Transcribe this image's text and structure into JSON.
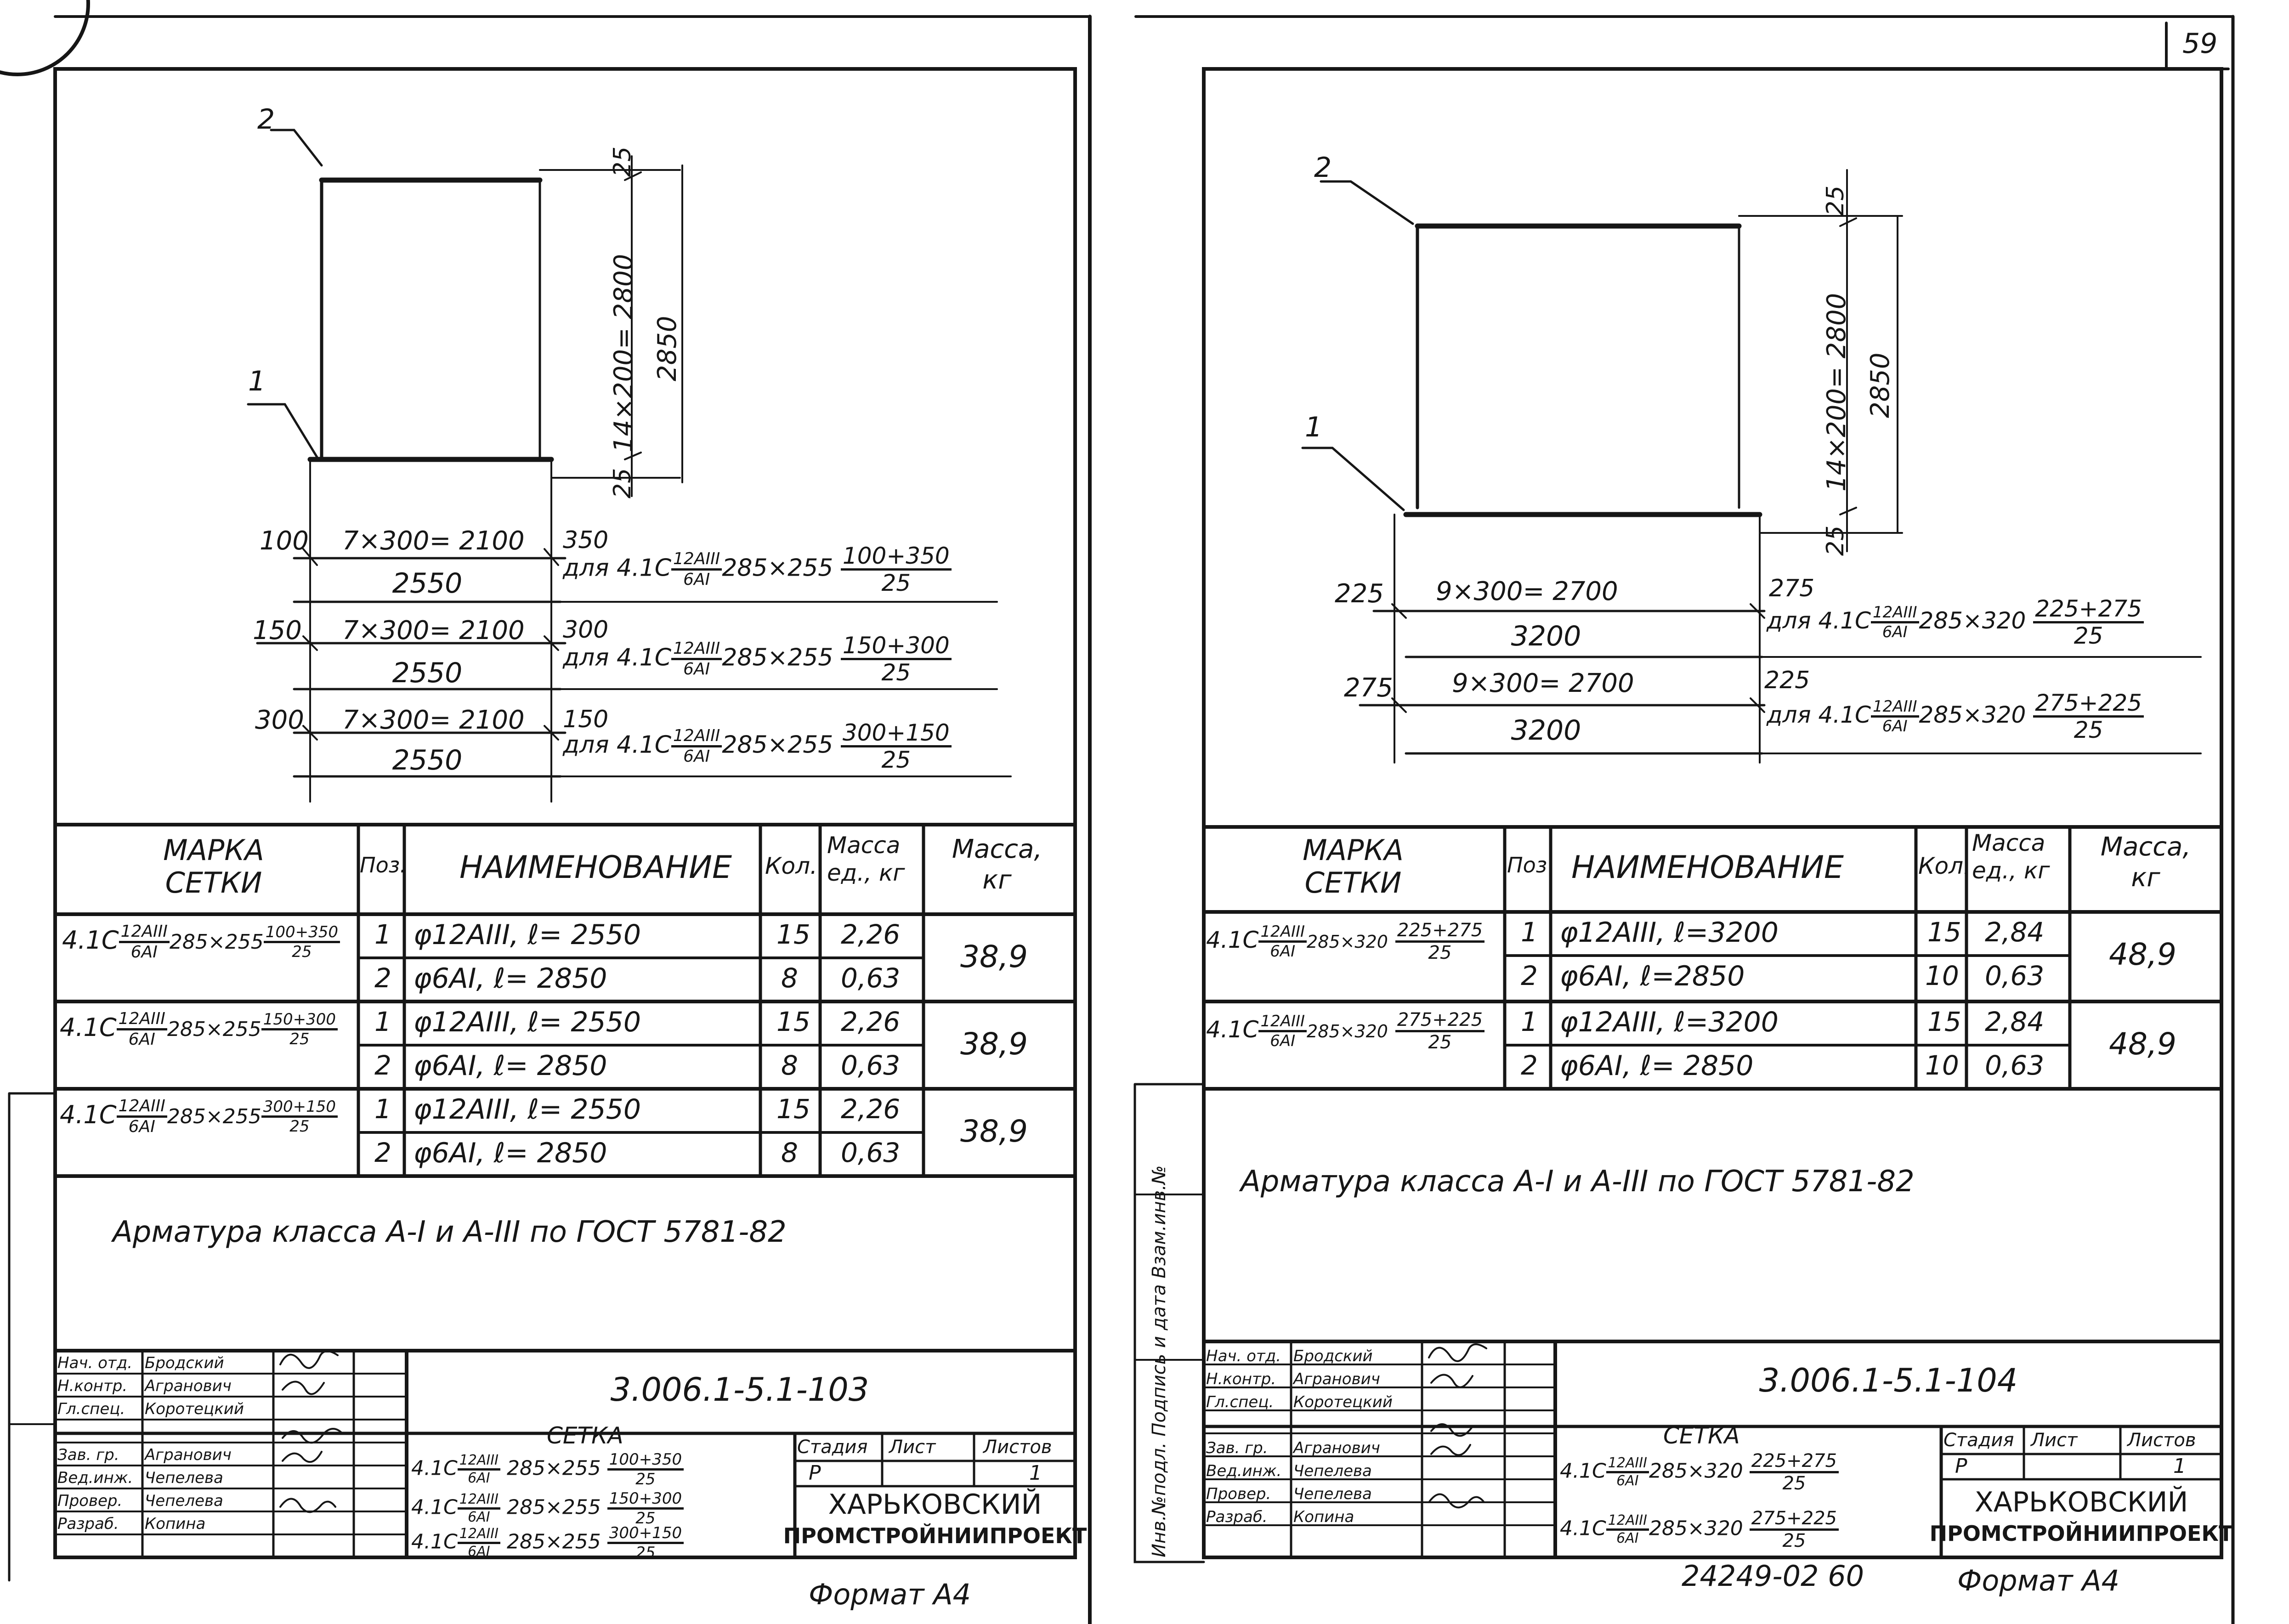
{
  "page_number": "59",
  "left": {
    "dim": {
      "top_gap": "25",
      "bottom_gap": "25",
      "height_span": "14×200= 2800",
      "height_total": "2850",
      "rows": [
        {
          "left_edge": "100",
          "span": "7×300= 2100",
          "right_edge": "350",
          "total": "2550",
          "note_prefix": "для 4.1С",
          "note_mid": "285×255",
          "frac_top": "100+350",
          "frac_bottom": "25"
        },
        {
          "left_edge": "150",
          "span": "7×300= 2100",
          "right_edge": "300",
          "total": "2550",
          "note_prefix": "для 4.1С",
          "note_mid": "285×255",
          "frac_top": "150+300",
          "frac_bottom": "25"
        },
        {
          "left_edge": "300",
          "span": "7×300= 2100",
          "right_edge": "150",
          "total": "2550",
          "note_prefix": "для 4.1С",
          "note_mid": "285×255",
          "frac_top": "300+150",
          "frac_bottom": "25"
        }
      ]
    },
    "table": {
      "headers": {
        "mark": "МАРКА СЕТКИ",
        "pos": "Поз.",
        "name": "НАИМЕНОВАНИЕ",
        "qty": "Кол.",
        "unit_mass": "Масса ед., кг",
        "mass": "Масса, кг"
      },
      "groups": [
        {
          "mark_prefix": "4.1С",
          "mark_frac_top": "12AIII",
          "mark_frac_bottom": "6AI",
          "mark_mid": "285×255",
          "mark_dim_top": "100+350",
          "mark_dim_bottom": "25",
          "mass": "38,9",
          "rows": [
            {
              "pos": "1",
              "name": "φ12AIII, ℓ= 2550",
              "qty": "15",
              "unit": "2,26"
            },
            {
              "pos": "2",
              "name": "φ6AI, ℓ= 2850",
              "qty": "8",
              "unit": "0,63"
            }
          ]
        },
        {
          "mark_prefix": "4.1С",
          "mark_frac_top": "12AIII",
          "mark_frac_bottom": "6AI",
          "mark_mid": "285×255",
          "mark_dim_top": "150+300",
          "mark_dim_bottom": "25",
          "mass": "38,9",
          "rows": [
            {
              "pos": "1",
              "name": "φ12AIII, ℓ= 2550",
              "qty": "15",
              "unit": "2,26"
            },
            {
              "pos": "2",
              "name": "φ6AI, ℓ= 2850",
              "qty": "8",
              "unit": "0,63"
            }
          ]
        },
        {
          "mark_prefix": "4.1С",
          "mark_frac_top": "12AIII",
          "mark_frac_bottom": "6AI",
          "mark_mid": "285×255",
          "mark_dim_top": "300+150",
          "mark_dim_bottom": "25",
          "mass": "38,9",
          "rows": [
            {
              "pos": "1",
              "name": "φ12AIII, ℓ= 2550",
              "qty": "15",
              "unit": "2,26"
            },
            {
              "pos": "2",
              "name": "φ6AI, ℓ= 2850",
              "qty": "8",
              "unit": "0,63"
            }
          ]
        }
      ]
    },
    "note": "Арматура класса А-I и А-III по ГОСТ 5781-82",
    "stamp": {
      "doc_code": "3.006.1-5.1-103",
      "sheet_title": "СЕТКА",
      "items": [
        {
          "prefix": "4.1С",
          "ft": "12AIII",
          "fb": "6AI",
          "mid": "285×255",
          "dt": "100+350",
          "db": "25"
        },
        {
          "prefix": "4.1С",
          "ft": "12AIII",
          "fb": "6AI",
          "mid": "285×255",
          "dt": "150+300",
          "db": "25"
        },
        {
          "prefix": "4.1С",
          "ft": "12AIII",
          "fb": "6AI",
          "mid": "285×255",
          "dt": "300+150",
          "db": "25"
        }
      ],
      "stage_label": "Стадия",
      "sheet_label": "Лист",
      "sheets_label": "Листов",
      "stage": "Р",
      "sheets": "1",
      "org_line1": "ХАРЬКОВСКИЙ",
      "org_line2": "ПРОМСТРОЙНИИПРОЕКТ",
      "signers": [
        {
          "role": "Нач. отд.",
          "name": "Бродский"
        },
        {
          "role": "Н.контр.",
          "name": "Агранович"
        },
        {
          "role": "Гл.спец.",
          "name": "Коротецкий"
        },
        {
          "role": "Зав. гр.",
          "name": "Агранович"
        },
        {
          "role": "Вед.инж.",
          "name": "Чепелева"
        },
        {
          "role": "Провер.",
          "name": "Чепелева"
        },
        {
          "role": "Разраб.",
          "name": "Копина"
        }
      ]
    },
    "format": "Формат А4"
  },
  "right": {
    "dim": {
      "top_gap": "25",
      "bottom_gap": "25",
      "height_span": "14×200= 2800",
      "height_total": "2850",
      "rows": [
        {
          "left_edge": "225",
          "span": "9×300= 2700",
          "right_edge": "275",
          "total": "3200",
          "note_prefix": "для 4.1С",
          "note_mid": "285×320",
          "frac_top": "225+275",
          "frac_bottom": "25"
        },
        {
          "left_edge": "275",
          "span": "9×300= 2700",
          "right_edge": "225",
          "total": "3200",
          "note_prefix": "для 4.1С",
          "note_mid": "285×320",
          "frac_top": "275+225",
          "frac_bottom": "25"
        }
      ]
    },
    "table": {
      "headers": {
        "mark": "МАРКА СЕТКИ",
        "pos": "Поз",
        "name": "НАИМЕНОВАНИЕ",
        "qty": "Кол.",
        "unit_mass": "Масса ед., кг",
        "mass": "Масса, кг"
      },
      "groups": [
        {
          "mark_prefix": "4.1С",
          "mark_frac_top": "12AIII",
          "mark_frac_bottom": "6AI",
          "mark_mid": "285×320",
          "mark_dim_top": "225+275",
          "mark_dim_bottom": "25",
          "mass": "48,9",
          "rows": [
            {
              "pos": "1",
              "name": "φ12AIII, ℓ=3200",
              "qty": "15",
              "unit": "2,84"
            },
            {
              "pos": "2",
              "name": "φ6AI, ℓ=2850",
              "qty": "10",
              "unit": "0,63"
            }
          ]
        },
        {
          "mark_prefix": "4.1С",
          "mark_frac_top": "12AIII",
          "mark_frac_bottom": "6AI",
          "mark_mid": "285×320",
          "mark_dim_top": "275+225",
          "mark_dim_bottom": "25",
          "mass": "48,9",
          "rows": [
            {
              "pos": "1",
              "name": "φ12AIII, ℓ=3200",
              "qty": "15",
              "unit": "2,84"
            },
            {
              "pos": "2",
              "name": "φ6AI, ℓ= 2850",
              "qty": "10",
              "unit": "0,63"
            }
          ]
        }
      ]
    },
    "note": "Арматура класса А-I и А-III по ГОСТ 5781-82",
    "side_label": "Инв.№подл.   Подпись и дата   Взам.инв.№",
    "stamp": {
      "doc_code": "3.006.1-5.1-104",
      "sheet_title": "СЕТКА",
      "items": [
        {
          "prefix": "4.1С",
          "ft": "12AIII",
          "fb": "6AI",
          "mid": "285×320",
          "dt": "225+275",
          "db": "25"
        },
        {
          "prefix": "4.1С",
          "ft": "12AIII",
          "fb": "6AI",
          "mid": "285×320",
          "dt": "275+225",
          "db": "25"
        }
      ],
      "stage_label": "Стадия",
      "sheet_label": "Лист",
      "sheets_label": "Листов",
      "stage": "Р",
      "sheets": "1",
      "org_line1": "ХАРЬКОВСКИЙ",
      "org_line2": "ПРОМСТРОЙНИИПРОЕКТ",
      "signers": [
        {
          "role": "Нач. отд.",
          "name": "Бродский"
        },
        {
          "role": "Н.контр.",
          "name": "Агранович"
        },
        {
          "role": "Гл.спец.",
          "name": "Коротецкий"
        },
        {
          "role": "Зав. гр.",
          "name": "Агранович"
        },
        {
          "role": "Вед.инж.",
          "name": "Чепелева"
        },
        {
          "role": "Провер.",
          "name": "Чепелева"
        },
        {
          "role": "Разраб.",
          "name": "Копина"
        }
      ]
    },
    "archive_no": "24249-02  60",
    "format": "Формат А4"
  }
}
